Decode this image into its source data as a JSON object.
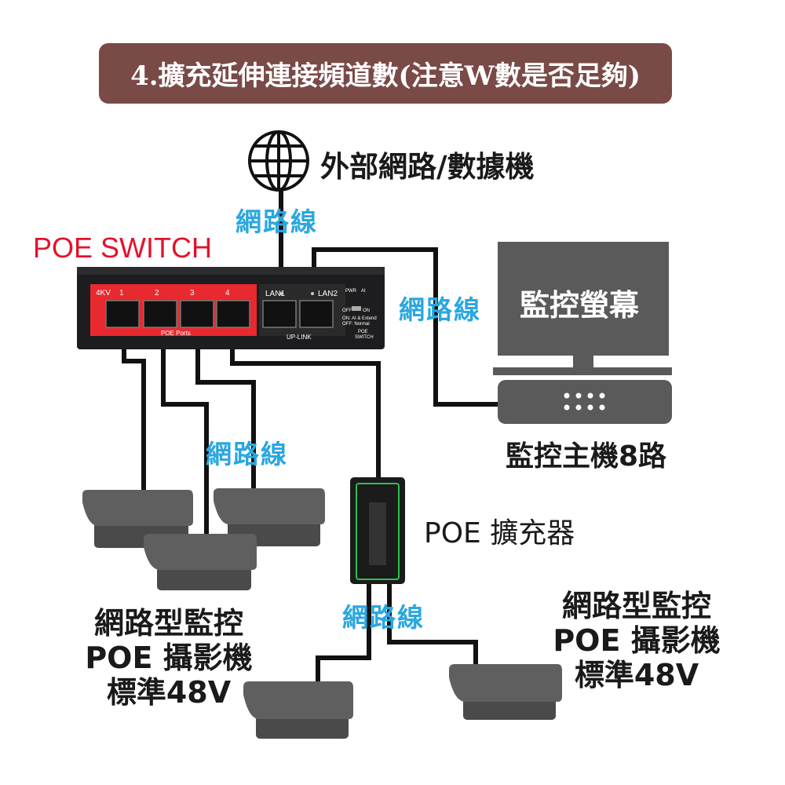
{
  "banner": {
    "title": "4.擴充延伸連接頻道數(注意W數是否足夠)"
  },
  "internet": {
    "label": "外部網路/數據機",
    "icon": "globe-icon"
  },
  "cable_labels": [
    "網路線",
    "網路線",
    "網路線",
    "網路線"
  ],
  "switch": {
    "title": "POE SWITCH",
    "badge": "4KV",
    "port_numbers": [
      "1",
      "2",
      "3",
      "4"
    ],
    "poe_ports_label": "POE Ports",
    "lan1": "LAN1",
    "lan2": "LAN2",
    "uplink": "UP-LINK",
    "pwr": "PWR",
    "ai": "AI",
    "off": "OFF",
    "on": "ON",
    "mode_on": "ON: AI & Extend",
    "mode_off": "OFF: Normal",
    "brand_line1": "POE",
    "brand_line2": "SWITCH"
  },
  "monitor": {
    "label": "監控螢幕"
  },
  "nvr": {
    "label": "監控主機8路"
  },
  "repeater": {
    "label": "POE 擴充器"
  },
  "camera_left": {
    "line1": "網路型監控",
    "line2": "POE 攝影機",
    "line3": "標準48V"
  },
  "camera_right": {
    "line1": "網路型監控",
    "line2": "POE 攝影機",
    "line3": "標準48V"
  },
  "colors": {
    "banner": "#7a4a47",
    "cable_label": "#2aa7e0",
    "switch_title": "#e3122b",
    "device_gray": "#5a5a5a",
    "switch_red": "#e8292f"
  }
}
